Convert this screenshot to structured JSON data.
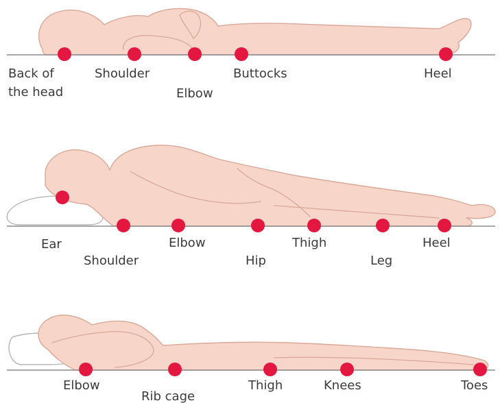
{
  "colors": {
    "skin": "#f7d5c9",
    "skin_outline": "#d9a898",
    "pressure_point": "#e3173f",
    "floor_line": "#8a8a8a",
    "label_text": "#3a3a3a"
  },
  "panels": [
    {
      "position": "supine",
      "labels": [
        "Back of",
        "the head",
        "Shoulder",
        "Elbow",
        "Buttocks",
        "Heel"
      ]
    },
    {
      "position": "lateral",
      "labels": [
        "Ear",
        "Shoulder",
        "Elbow",
        "Hip",
        "Thigh",
        "Leg",
        "Heel"
      ]
    },
    {
      "position": "prone",
      "labels": [
        "Elbow",
        "Rib cage",
        "Thigh",
        "Knees",
        "Toes"
      ]
    }
  ]
}
